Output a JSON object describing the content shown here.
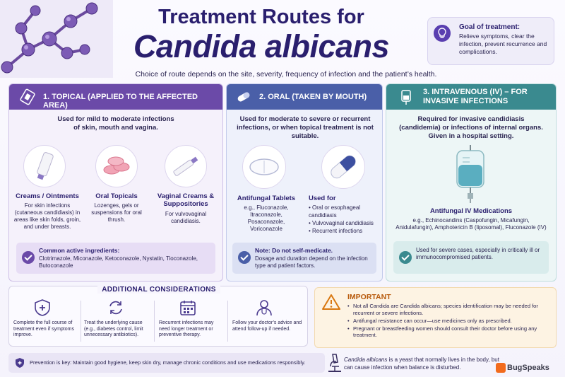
{
  "header": {
    "title_line1": "Treatment Routes for",
    "title_line2": "Candida albicans",
    "subtitle": "Choice of route depends on the site, severity, frequency of infection and the patient’s health."
  },
  "goal": {
    "title": "Goal of treatment:",
    "text": "Relieve symptoms, clear the infection, prevent recurrence and complications.",
    "icon": "lightbulb-icon"
  },
  "topical": {
    "heading": "1. TOPICAL (APPLIED TO THE AFFECTED AREA)",
    "description": "Used for mild to moderate infections of skin, mouth and vagina.",
    "items": [
      {
        "name": "Creams / Ointments",
        "text": "For skin infections (cutaneous candidiasis) in areas like skin folds, groin, and under breasts."
      },
      {
        "name": "Oral Topicals",
        "text": "Lozenges, gels or suspensions for oral thrush."
      },
      {
        "name": "Vaginal Creams & Suppositories",
        "text": "For vulvovaginal candidiasis."
      }
    ],
    "note_title": "Common active ingredients:",
    "note_text": "Clotrimazole, Miconazole, Ketoconazole, Nystatin, Tioconazole, Butoconazole"
  },
  "oral": {
    "heading": "2. ORAL (TAKEN BY MOUTH)",
    "description": "Used for moderate to severe or recurrent infections, or when topical treatment is not suitable.",
    "tablets_name": "Antifungal Tablets",
    "tablets_text": "e.g., Fluconazole, Itraconazole, Posaconazole, Voriconazole",
    "usedfor_title": "Used for",
    "usedfor": [
      "Oral or esophageal candidiasis",
      "Vulvovaginal candidiasis",
      "Recurrent infections"
    ],
    "note_title": "Note: Do not self-medicate.",
    "note_text": "Dosage and duration depend on the infection type and patient factors."
  },
  "iv": {
    "heading_line1": "3. INTRAVENOUS (IV) – FOR",
    "heading_line2": "INVASIVE INFECTIONS",
    "description": "Required for invasive candidiasis (candidemia) or infections of internal organs. Given in a hospital setting.",
    "med_name": "Antifungal IV Medications",
    "med_text": "e.g., Echinocandins (Caspofungin, Micafungin, Anidulafungin), Amphotericin B (liposomal), Fluconazole (IV)",
    "note_text": "Used for severe cases, especially in critically ill or immunocompromised patients."
  },
  "additional": {
    "title": "ADDITIONAL CONSIDERATIONS",
    "items": [
      {
        "icon": "shield-check-icon",
        "text": "Complete the full course of treatment even if symptoms improve."
      },
      {
        "icon": "cycle-icon",
        "text": "Treat the underlying cause (e.g., diabetes control, limit unnecessary antibiotics)."
      },
      {
        "icon": "calendar-icon",
        "text": "Recurrent infections may need longer treatment or preventive therapy."
      },
      {
        "icon": "doctor-icon",
        "text": "Follow your doctor’s advice and attend follow-up if needed."
      }
    ]
  },
  "prevention": "Prevention is key: Maintain good hygiene, keep skin dry, manage chronic conditions and use medications responsibly.",
  "important": {
    "title": "IMPORTANT",
    "bullets": [
      "Not all Candida are Candida albicans; species identification may be needed for recurrent or severe infections.",
      "Antifungal resistance can occur—use medicines only as prescribed.",
      "Pregnant or breastfeeding women should consult their doctor before using any treatment."
    ]
  },
  "fact_italic": "Candida albicans",
  "fact_rest": " is a yeast that normally lives in the body, but can cause infection when balance is disturbed.",
  "brand": "BugSpeaks"
}
